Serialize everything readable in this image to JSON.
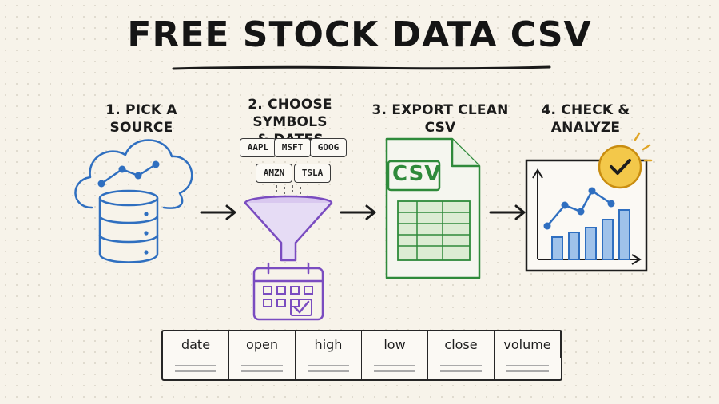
{
  "title": "FREE STOCK DATA CSV",
  "steps": [
    {
      "number": "1.",
      "label": "PICK A SOURCE"
    },
    {
      "number": "2.",
      "label": "CHOOSE SYMBOLS",
      "label_line2": "& DATES"
    },
    {
      "number": "3.",
      "label": "EXPORT CLEAN CSV"
    },
    {
      "number": "4.",
      "label": "CHECK & ANALYZE"
    }
  ],
  "tickers": [
    "AAPL",
    "MSFT",
    "GOOG",
    "AMZN",
    "TSLA"
  ],
  "csv_label": "CSV",
  "table_headers": [
    "date",
    "open",
    "high",
    "low",
    "close",
    "volume"
  ],
  "colors": {
    "source": "#2f6fc0",
    "filter": "#7a4cc0",
    "csv": "#2e8a3a",
    "chart": "#2f6fc0",
    "check": "#e0a526",
    "ink": "#1d1d1d"
  }
}
